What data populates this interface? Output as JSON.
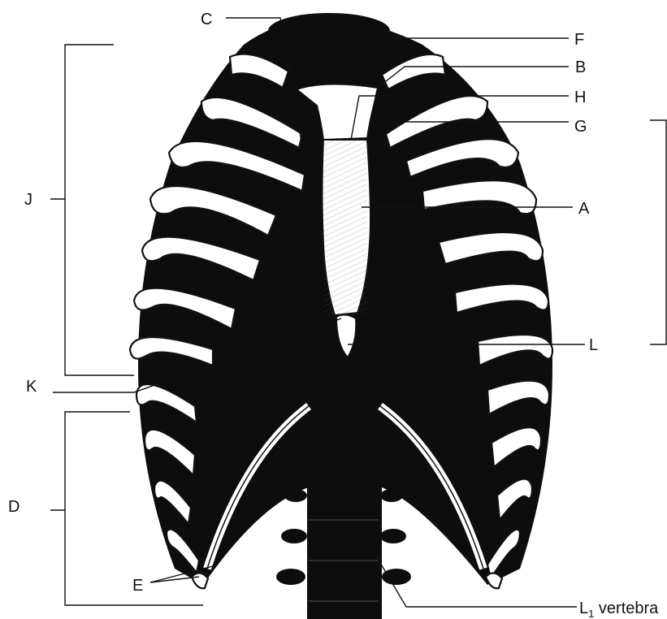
{
  "diagram": {
    "labels": {
      "A": "A",
      "B": "B",
      "C": "C",
      "D": "D",
      "E": "E",
      "F": "F",
      "G": "G",
      "H": "H",
      "J": "J",
      "K": "K",
      "L": "L",
      "L1_main": "L",
      "L1_sub": "1",
      "L1_rest": " vertebra"
    }
  }
}
